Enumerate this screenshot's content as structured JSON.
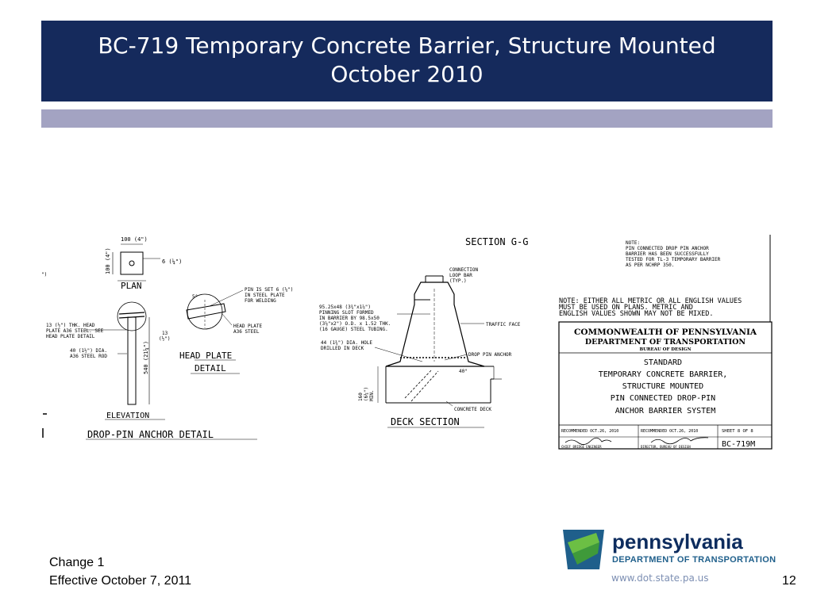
{
  "slide": {
    "title_line1": "BC-719 Temporary Concrete Barrier, Structure Mounted",
    "title_line2": "October 2010",
    "footer_change": "Change 1",
    "footer_effective": "Effective October 7, 2011",
    "page_number": "12",
    "url": "www.dot.state.pa.us"
  },
  "logo": {
    "name": "pennsylvania",
    "department": "DEPARTMENT OF TRANSPORTATION"
  },
  "drawing": {
    "plan_dim_top": "100 (4\")",
    "plan_dim_side": "100 (4\")",
    "plan_dim_6": "6 (¼\")",
    "plan_label": "PLAN",
    "left_margin_mark": "\")",
    "head_plate_note": "13 (½\") THK. HEAD\nPLATE A36 STEEL. SEE\nHEAD PLATE DETAIL",
    "rod_note": "40 (1½\") DIA.\nA36 STEEL ROD",
    "rod_length": "540 (21¼\")",
    "elevation_label": "ELEVATION",
    "drop_pin_title": "DROP-PIN ANCHOR DETAIL",
    "pin_note": "PIN IS SET 6 (¼\")\nIN STEEL PLATE\nFOR WELDING",
    "angle_5": "5°",
    "head_plate_steel": "HEAD PLATE\nA36 STEEL",
    "dim_13": "13\n(½\")",
    "head_plate_detail_l1": "HEAD PLATE",
    "head_plate_detail_l2": "DETAIL",
    "section_title": "SECTION G-G",
    "connection_loop": "CONNECTION\nLOOP BAR\n(TYP.)",
    "pinning_slot": "95.25x48 (3¾\"x1⅞\")\nPINNING SLOT FORMED\nIN BARRIER BY 98.5x50\n(3⅞\"x2\") O.D. x 1.52 THK.\n(16 GAUGE) STEEL TUBING.",
    "traffic_face": "TRAFFIC FACE",
    "hole_note": "44 (1¾\") DIA. HOLE\nDRILLED IN DECK",
    "drop_pin_anchor": "DROP PIN ANCHOR",
    "angle_40": "40°",
    "deck_dim": "160\n(6¼\")\nMIN.",
    "concrete_deck": "CONCRETE DECK",
    "deck_section": "DECK SECTION",
    "note_crash": "NOTE:\nPIN CONNECTED DROP PIN ANCHOR\nBARRIER HAS BEEN SUCCESSFULLY\nTESTED FOR TL-3 TEMPORARY BARRIER\nAS PER NCHRP 350.",
    "note_units": "NOTE: EITHER ALL METRIC OR ALL ENGLISH VALUES\n      MUST BE USED ON PLANS. METRIC AND\n      ENGLISH VALUES SHOWN MAY NOT BE MIXED.",
    "tb_commonwealth": "COMMONWEALTH OF PENNSYLVANIA",
    "tb_department": "DEPARTMENT OF TRANSPORTATION",
    "tb_bureau": "BUREAU OF DESIGN",
    "tb_title": "STANDARD\nTEMPORARY CONCRETE BARRIER,\nSTRUCTURE MOUNTED\nPIN CONNECTED DROP-PIN\nANCHOR BARRIER SYSTEM",
    "tb_recommended1": "RECOMMENDED OCT.26, 2010",
    "tb_recommended2": "RECOMMENDED OCT.26, 2010",
    "tb_sheet": "SHEET 8 OF 8",
    "tb_chief": "CHIEF BRIDGE ENGINEER",
    "tb_director": "DIRECTOR, BUREAU OF DESIGN",
    "tb_drawing_no": "BC-719M"
  }
}
